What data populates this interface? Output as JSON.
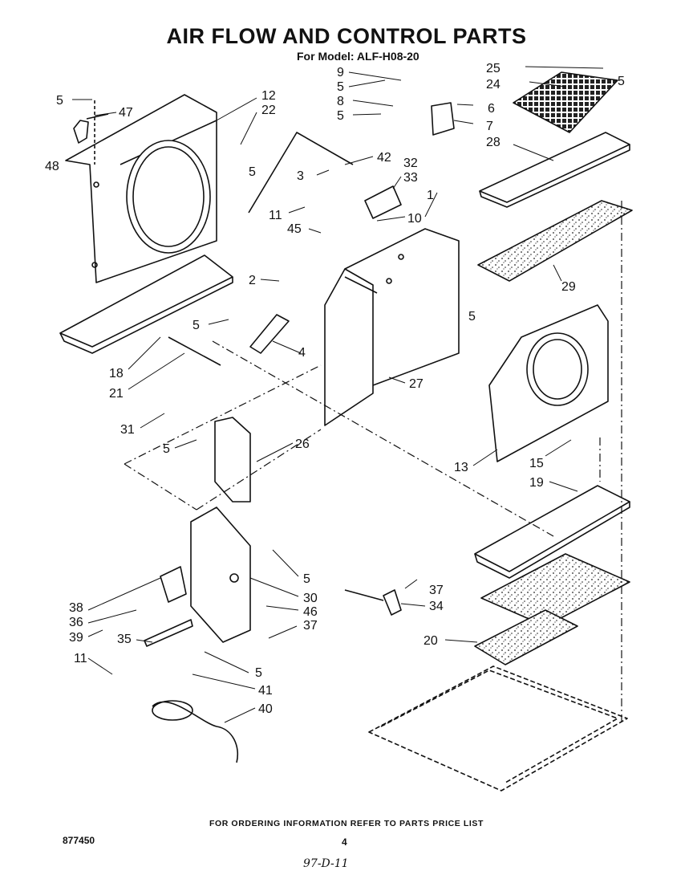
{
  "header": {
    "title": "AIR FLOW AND CONTROL PARTS",
    "subtitle": "For Model: ALF-H08-20"
  },
  "callouts": [
    {
      "id": "c25",
      "label": "25"
    },
    {
      "id": "c24",
      "label": "24"
    },
    {
      "id": "c5a",
      "label": "5"
    },
    {
      "id": "c9",
      "label": "9"
    },
    {
      "id": "c5b",
      "label": "5"
    },
    {
      "id": "c6",
      "label": "6"
    },
    {
      "id": "c8",
      "label": "8"
    },
    {
      "id": "c5c",
      "label": "5"
    },
    {
      "id": "c7",
      "label": "7"
    },
    {
      "id": "c5d",
      "label": "5"
    },
    {
      "id": "c47",
      "label": "47"
    },
    {
      "id": "c48",
      "label": "48"
    },
    {
      "id": "c12",
      "label": "12"
    },
    {
      "id": "c22",
      "label": "22"
    },
    {
      "id": "c28",
      "label": "28"
    },
    {
      "id": "c42",
      "label": "42"
    },
    {
      "id": "c32",
      "label": "32"
    },
    {
      "id": "c3",
      "label": "3"
    },
    {
      "id": "c33",
      "label": "33"
    },
    {
      "id": "c5e",
      "label": "5"
    },
    {
      "id": "c1",
      "label": "1"
    },
    {
      "id": "c11a",
      "label": "11"
    },
    {
      "id": "c10",
      "label": "10"
    },
    {
      "id": "c45",
      "label": "45"
    },
    {
      "id": "c29",
      "label": "29"
    },
    {
      "id": "c2",
      "label": "2"
    },
    {
      "id": "c5f",
      "label": "5"
    },
    {
      "id": "c5g",
      "label": "5"
    },
    {
      "id": "c4",
      "label": "4"
    },
    {
      "id": "c18",
      "label": "18"
    },
    {
      "id": "c21",
      "label": "21"
    },
    {
      "id": "c27",
      "label": "27"
    },
    {
      "id": "c31",
      "label": "31"
    },
    {
      "id": "c5h",
      "label": "5"
    },
    {
      "id": "c26",
      "label": "26"
    },
    {
      "id": "c13",
      "label": "13"
    },
    {
      "id": "c15",
      "label": "15"
    },
    {
      "id": "c19",
      "label": "19"
    },
    {
      "id": "c5i",
      "label": "5"
    },
    {
      "id": "c30",
      "label": "30"
    },
    {
      "id": "c38",
      "label": "38"
    },
    {
      "id": "c46",
      "label": "46"
    },
    {
      "id": "c36",
      "label": "36"
    },
    {
      "id": "c37a",
      "label": "37"
    },
    {
      "id": "c34",
      "label": "34"
    },
    {
      "id": "c39",
      "label": "39"
    },
    {
      "id": "c35",
      "label": "35"
    },
    {
      "id": "c37b",
      "label": "37"
    },
    {
      "id": "c20",
      "label": "20"
    },
    {
      "id": "c11b",
      "label": "11"
    },
    {
      "id": "c5j",
      "label": "5"
    },
    {
      "id": "c41",
      "label": "41"
    },
    {
      "id": "c40",
      "label": "40"
    }
  ],
  "footer": {
    "note": "FOR ORDERING INFORMATION REFER TO PARTS PRICE LIST",
    "doc_number": "877450",
    "page_number": "4",
    "handwritten_date": "97-D-11"
  }
}
